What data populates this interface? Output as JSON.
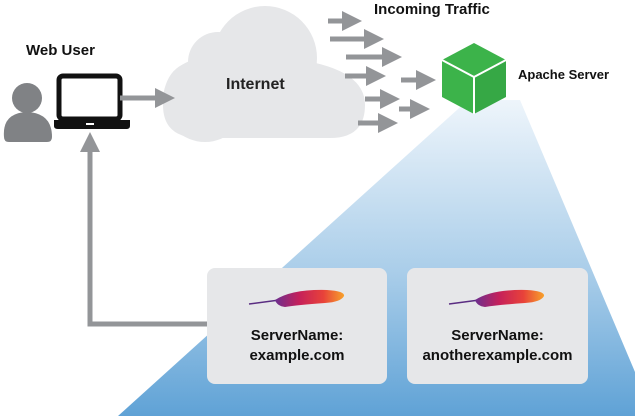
{
  "diagram": {
    "web_user": {
      "label": "Web User",
      "icons": [
        "user-icon",
        "laptop-icon"
      ]
    },
    "internet": {
      "label": "Internet",
      "icon": "cloud-icon"
    },
    "incoming_traffic": {
      "label": "Incoming Traffic"
    },
    "apache_server": {
      "label": "Apache Server",
      "icon": "cube-icon"
    },
    "virtual_hosts": [
      {
        "key": "ServerName:",
        "value": "example.com",
        "icon": "apache-feather-icon"
      },
      {
        "key": "ServerName:",
        "value": "anotherexample.com",
        "icon": "apache-feather-icon"
      }
    ],
    "colors": {
      "server_green": "#3cb34a",
      "arrow_gray": "#939598",
      "cloud_gray": "#e6e7e9",
      "beam_blue": "#6aaad8",
      "user_gray": "#808285"
    }
  }
}
